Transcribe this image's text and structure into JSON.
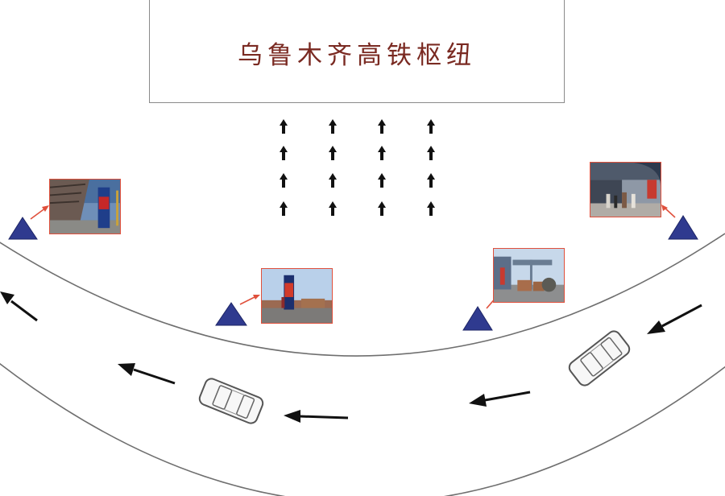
{
  "building": {
    "title": "乌鲁木齐高铁枢纽"
  },
  "colors": {
    "title_text": "#7a2a22",
    "road_line": "#6f6f6f",
    "marker": "#2f3a8f",
    "marker_stroke": "#1d2566",
    "pointer": "#e0503c",
    "arrow": "#111111"
  },
  "icons": {
    "marker": "triangle-marker-icon",
    "arrow_up": "arrow-up-icon",
    "arrow_left": "arrow-left-icon",
    "car": "car-icon"
  },
  "photos": [
    {
      "id": "photo-1",
      "subject": "signage-pillar-building"
    },
    {
      "id": "photo-2",
      "subject": "signage-pillar-plaza"
    },
    {
      "id": "photo-3",
      "subject": "entrance-gate-planters"
    },
    {
      "id": "photo-4",
      "subject": "station-entrance-crowd"
    }
  ]
}
